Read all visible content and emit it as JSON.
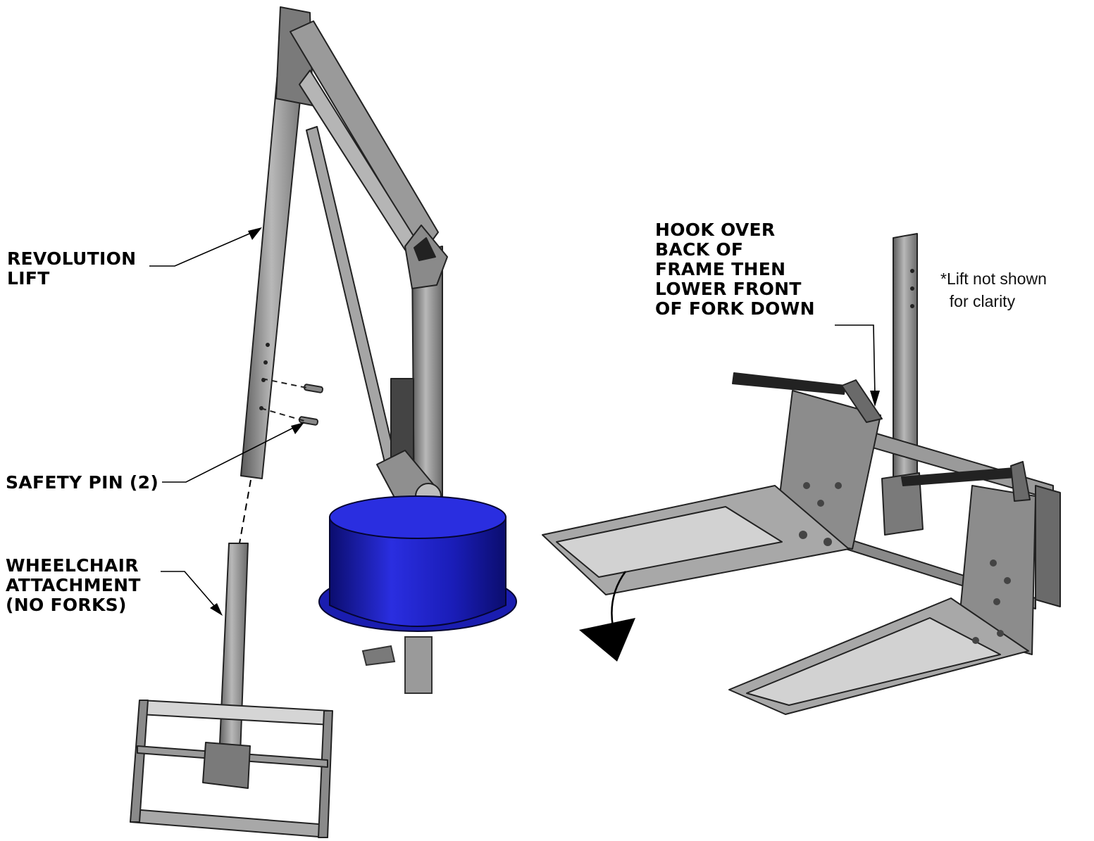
{
  "labels": {
    "revolution_lift": "REVOLUTION\nLIFT",
    "safety_pin": "SAFETY PIN (2)",
    "wheelchair_attachment": "WHEELCHAIR\nATTACHMENT\n(NO FORKS)",
    "hook_instruction": "HOOK OVER\nBACK OF\nFRAME THEN\nLOWER FRONT\nOF FORK DOWN",
    "lift_note": "*Lift not shown\n  for clarity"
  },
  "colors": {
    "steel": "#8a8a8a",
    "steel_dark": "#4a4a4a",
    "steel_light": "#c9c9c9",
    "base_blue": "#1f22c4",
    "base_blue_dark": "#0d0f7a",
    "line": "#000000"
  }
}
